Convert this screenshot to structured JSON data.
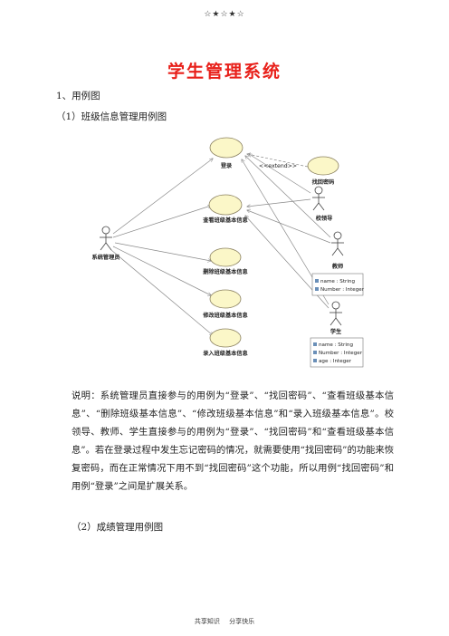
{
  "header": {
    "stars": "☆★☆★☆"
  },
  "document": {
    "title": "学生管理系统",
    "section_1": "1、用例图",
    "section_1_1": "（1）班级信息管理用例图",
    "description": "说明：系统管理员直接参与的用例为“登录”、“找回密码”、“查看班级基本信息”、“删除班级基本信息”、“修改班级基本信息”和“录入班级基本信息”。校领导、教师、学生直接参与的用例为“登录”、“找回密码”和“查看班级基本信息”。若在登录过程中发生忘记密码的情况，就需要使用“找回密码”的功能来恢复密码，而在正常情况下用不到“找回密码”这个功能，所以用例“找回密码”和用例“登录”之间是扩展关系。",
    "section_1_2": "（2）成绩管理用例图"
  },
  "diagram": {
    "use_cases": {
      "login": "登录",
      "find_password": "找回密码",
      "view_class": "查看班级基本信息",
      "delete_class": "删除班级基本信息",
      "modify_class": "修改班级基本信息",
      "input_class": "录入班级基本信息"
    },
    "stereotype": "<<extend>>",
    "actors": {
      "admin": "系统管理员",
      "leader": "校领导",
      "teacher": "教师",
      "student": "学生"
    },
    "teacher_attrs": [
      "name : String",
      "Number : Integer"
    ],
    "student_attrs": [
      "name : String",
      "Number : Integer",
      "age : Integer"
    ],
    "colors": {
      "usecase_fill": "#fbf7c8",
      "usecase_stroke": "#8a8060",
      "line": "#8a8a8a",
      "title": "#e8201a"
    }
  },
  "footer": {
    "text": "共享知识 分享快乐"
  }
}
